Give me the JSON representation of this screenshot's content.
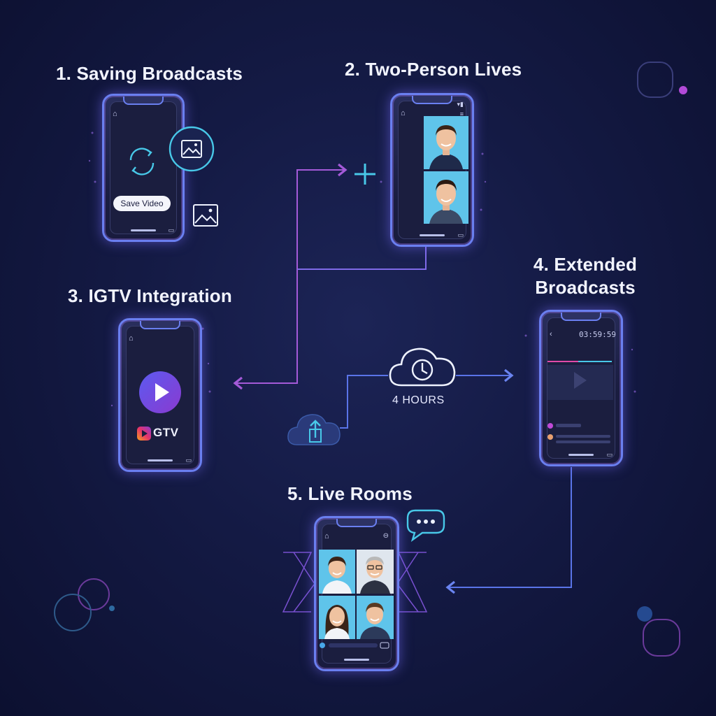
{
  "features": [
    {
      "title": "1. Saving Broadcasts",
      "button": "Save Video"
    },
    {
      "title": "2. Two-Person Lives"
    },
    {
      "title": "3. IGTV Integration",
      "logo_text": "GTV"
    },
    {
      "title_line1": "4. Extended",
      "title_line2": "Broadcasts",
      "timer": "03:59:59"
    },
    {
      "title": "5. Live Rooms"
    }
  ],
  "cloud_caption": "4 HOURS",
  "colors": {
    "background": "#141a44",
    "phone_border": "#6a7ff0",
    "arrow_purple": "#a45ad8",
    "arrow_blue": "#5a74e8",
    "icon_cyan": "#48c8e8",
    "play_purple": "#6a4ad8"
  },
  "icons": [
    "home-icon",
    "refresh-icon",
    "image-icon",
    "plus-icon",
    "clock-cloud-icon",
    "upload-cloud-icon",
    "play-icon",
    "igtv-logo-icon",
    "chat-bubble-icon",
    "back-arrow-icon"
  ]
}
